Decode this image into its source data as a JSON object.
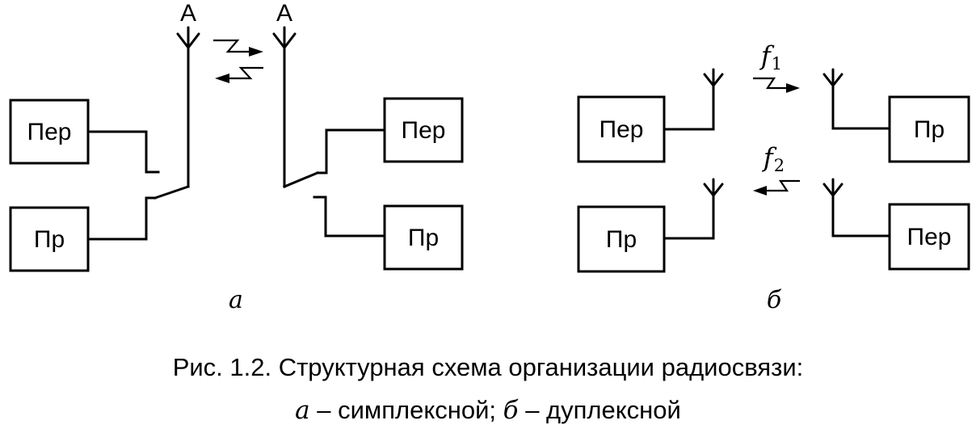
{
  "panel_a": {
    "antenna_left_label": "A",
    "antenna_right_label": "A",
    "block_tx_left": "Пер",
    "block_rx_left": "Пр",
    "block_tx_right": "Пер",
    "block_rx_right": "Пр",
    "panel_label": "а"
  },
  "panel_b": {
    "freq1_letter": "f",
    "freq1_index": "1",
    "freq2_letter": "f",
    "freq2_index": "2",
    "block_tx_left": "Пер",
    "block_rx_left": "Пр",
    "block_rx_right": "Пр",
    "block_tx_right": "Пер",
    "panel_label": "б"
  },
  "caption": {
    "line1": "Рис. 1.2. Структурная схема организации радиосвязи:",
    "line2_a_letter": "а",
    "line2_a_text": " – симплексной; ",
    "line2_b_letter": "б",
    "line2_b_text": " – дуплексной"
  }
}
